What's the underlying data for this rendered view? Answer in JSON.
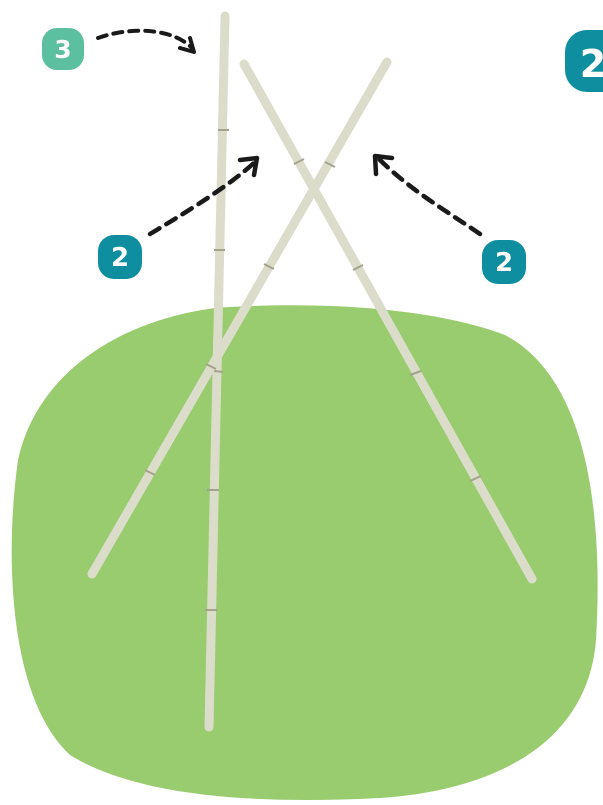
{
  "illustration": {
    "colors": {
      "grass": "#99cc6e",
      "cane": "#dcdccb",
      "cane_node": "#a3a38d",
      "arrow": "#1a1a1a",
      "badge_teal": "#0f8ea0",
      "badge_mint": "#5cbfa0"
    },
    "step_badges": {
      "top_left": "3",
      "left": "2",
      "right": "2",
      "corner": "2"
    }
  }
}
